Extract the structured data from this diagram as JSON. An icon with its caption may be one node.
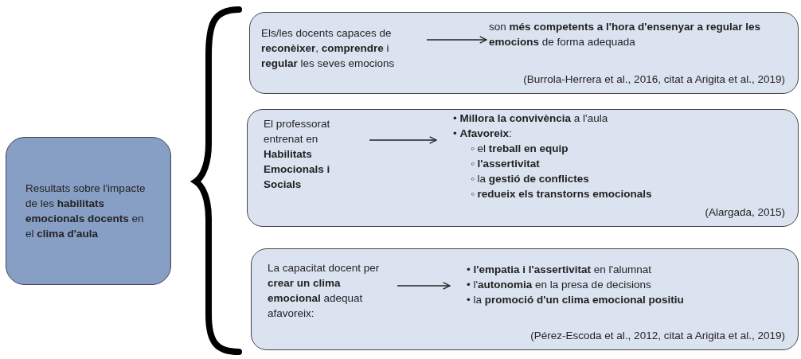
{
  "diagram": {
    "nodes": [
      {
        "text": [
          "Resultats sobre l'impacte de les **habilitats emocionals docents** en el **clima d'aula**"
        ]
      },
      {
        "text": [
          "(Burrola-Herrera et al., 2016, citat a Arigita et al., 2019)"
        ]
      },
      {
        "text": [
          "Els/les docents capaces de **reconèixer**, **comprendre** i **regular** les seves emocions"
        ],
        "in": 1
      },
      {
        "text": [
          "son **més competents a l'hora d'ensenyar a regular les emocions** de forma adequada"
        ],
        "in": 1
      },
      {
        "text": [
          "(Alargada, 2015)"
        ]
      },
      {
        "text": [
          "El professorat entrenat en **Habilitats Emocionals i Socials**"
        ],
        "in": 4
      },
      {
        "text": [
          "• **Millora la convivència** a l'aula",
          "• **Afavoreix**:",
          "◦ el **treball en equip**",
          "◦ **l'assertivitat**",
          "◦ la **gestió de conflictes**",
          "◦ **redueix els transtorns emocionals**"
        ],
        "in": 4
      },
      {
        "text": [
          "(Pérez-Escoda et al., 2012, citat a Arigita et al., 2019)"
        ]
      },
      {
        "text": [
          "La capacitat docent per **crear un clima emocional** adequat afavoreix:"
        ],
        "in": 7
      },
      {
        "text": [
          "• **l'empatia i l'assertivitat** en l'alumnat",
          "• l'**autonomia** en la presa de decisions",
          "• la **promoció d'un clima emocional positiu**"
        ],
        "in": 7
      }
    ],
    "edges": [
      {
        "from": 2,
        "to": 3,
        "arrow": "to"
      },
      {
        "from": 5,
        "to": 6,
        "arrow": "to"
      },
      {
        "from": 8,
        "to": 9,
        "arrow": "to"
      }
    ]
  }
}
